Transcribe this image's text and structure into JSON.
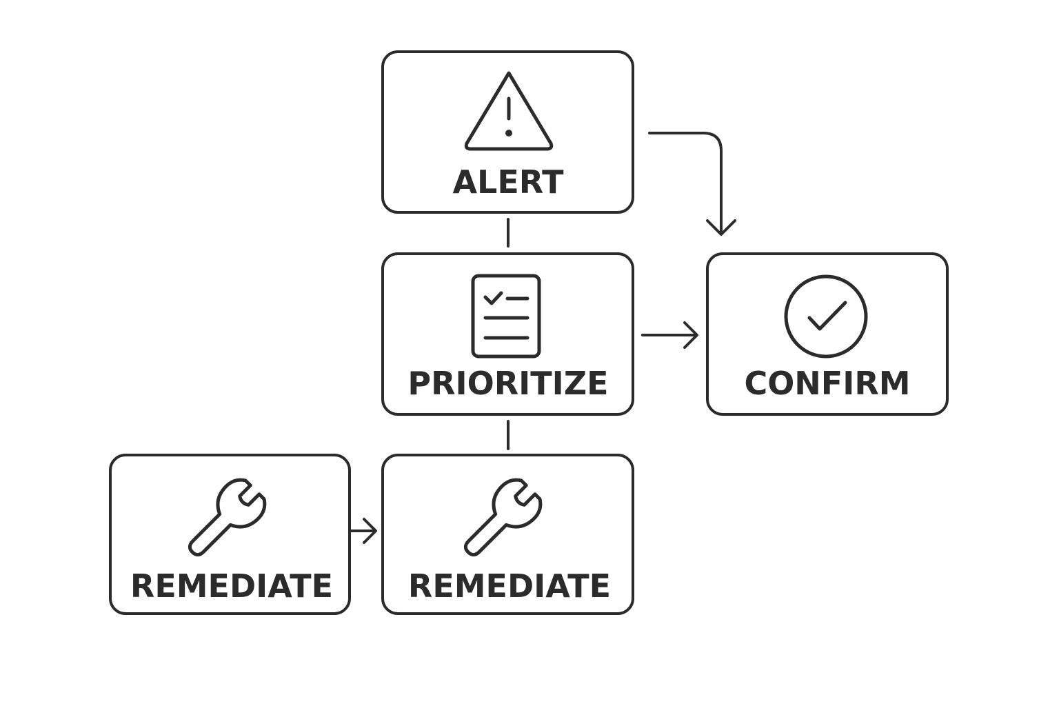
{
  "nodes": {
    "alert": {
      "label": "ALERT",
      "icon": "warning-triangle-icon"
    },
    "prioritize": {
      "label": "PRIORITIZE",
      "icon": "checklist-icon"
    },
    "confirm": {
      "label": "CONFIRM",
      "icon": "check-circle-icon"
    },
    "remediate_left": {
      "label": "REMEDIATE",
      "icon": "wrench-icon"
    },
    "remediate_center": {
      "label": "REMEDIATE",
      "icon": "wrench-icon"
    }
  },
  "edges": [
    {
      "from": "alert",
      "to": "prioritize",
      "style": "line"
    },
    {
      "from": "alert",
      "to": "confirm",
      "style": "arrow"
    },
    {
      "from": "prioritize",
      "to": "confirm",
      "style": "arrow"
    },
    {
      "from": "prioritize",
      "to": "remediate_center",
      "style": "line"
    },
    {
      "from": "remediate_left",
      "to": "remediate_center",
      "style": "arrow"
    }
  ],
  "colors": {
    "stroke": "#2b2b2b",
    "background": "#ffffff"
  }
}
